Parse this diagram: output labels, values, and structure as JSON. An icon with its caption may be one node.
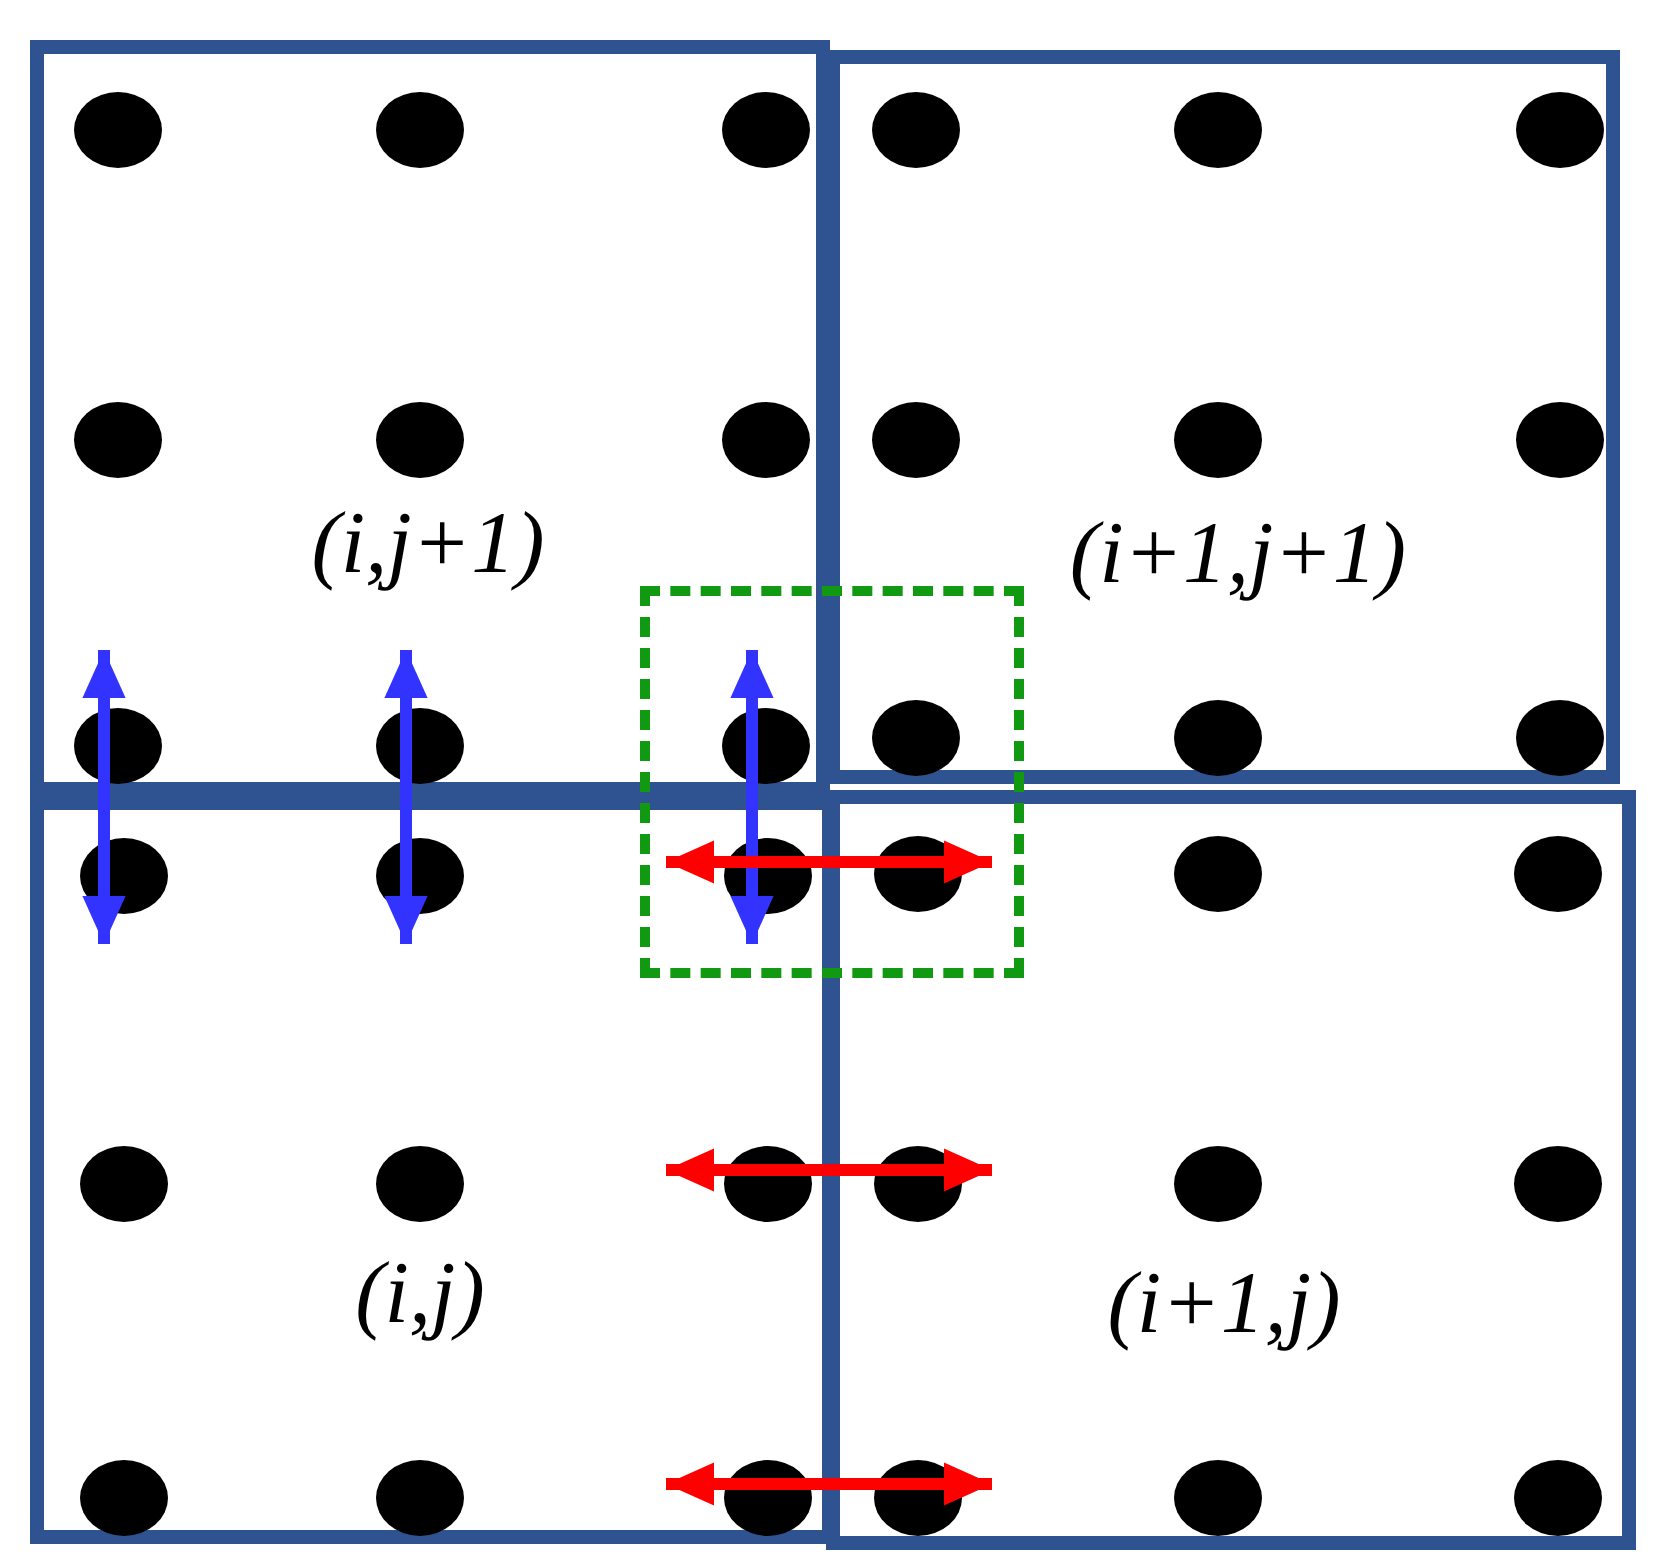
{
  "diagram": {
    "nodes": [
      {
        "text": [
          "(i,j+1)"
        ]
      },
      {
        "text": [],
        "shape": "circle",
        "in": 0
      },
      {
        "text": [],
        "shape": "circle",
        "in": 0
      },
      {
        "text": [],
        "shape": "circle",
        "in": 0
      },
      {
        "text": [],
        "shape": "circle",
        "in": 0
      },
      {
        "text": [],
        "shape": "circle",
        "in": 0
      },
      {
        "text": [],
        "shape": "circle",
        "in": 0
      },
      {
        "text": [],
        "shape": "circle",
        "in": 0
      },
      {
        "text": [],
        "shape": "circle",
        "in": 0
      },
      {
        "text": [],
        "shape": "circle",
        "in": 0
      },
      {
        "text": [
          "(i+1,j+1)"
        ]
      },
      {
        "text": [],
        "shape": "circle",
        "in": 10
      },
      {
        "text": [],
        "shape": "circle",
        "in": 10
      },
      {
        "text": [],
        "shape": "circle",
        "in": 10
      },
      {
        "text": [],
        "shape": "circle",
        "in": 10
      },
      {
        "text": [],
        "shape": "circle",
        "in": 10
      },
      {
        "text": [],
        "shape": "circle",
        "in": 10
      },
      {
        "text": [],
        "shape": "circle",
        "in": 10
      },
      {
        "text": [],
        "shape": "circle",
        "in": 10
      },
      {
        "text": [],
        "shape": "circle",
        "in": 10
      },
      {
        "text": [
          "(i,j)"
        ]
      },
      {
        "text": [],
        "shape": "circle",
        "in": 20
      },
      {
        "text": [],
        "shape": "circle",
        "in": 20
      },
      {
        "text": [],
        "shape": "circle",
        "in": 20
      },
      {
        "text": [],
        "shape": "circle",
        "in": 20
      },
      {
        "text": [],
        "shape": "circle",
        "in": 20
      },
      {
        "text": [],
        "shape": "circle",
        "in": 20
      },
      {
        "text": [],
        "shape": "circle",
        "in": 20
      },
      {
        "text": [],
        "shape": "circle",
        "in": 20
      },
      {
        "text": [],
        "shape": "circle",
        "in": 20
      },
      {
        "text": [
          "(i+1,j)"
        ]
      },
      {
        "text": [],
        "shape": "circle",
        "in": 30
      },
      {
        "text": [],
        "shape": "circle",
        "in": 30
      },
      {
        "text": [],
        "shape": "circle",
        "in": 30
      },
      {
        "text": [],
        "shape": "circle",
        "in": 30
      },
      {
        "text": [],
        "shape": "circle",
        "in": 30
      },
      {
        "text": [],
        "shape": "circle",
        "in": 30
      },
      {
        "text": [],
        "shape": "circle",
        "in": 30
      },
      {
        "text": [],
        "shape": "circle",
        "in": 30
      },
      {
        "text": [],
        "shape": "circle",
        "in": 30
      }
    ],
    "edges": [
      {
        "from": 7,
        "to": 21,
        "arrow": "both",
        "color": "#3333ff"
      },
      {
        "from": 8,
        "to": 22,
        "arrow": "both",
        "color": "#3333ff"
      },
      {
        "from": 9,
        "to": 23,
        "arrow": "both",
        "color": "#3333ff"
      },
      {
        "from": 23,
        "to": 31,
        "arrow": "both",
        "color": "#ff0000"
      },
      {
        "from": 26,
        "to": 34,
        "arrow": "both",
        "color": "#ff0000"
      },
      {
        "from": 29,
        "to": 37,
        "arrow": "both",
        "color": "#ff0000"
      }
    ]
  }
}
